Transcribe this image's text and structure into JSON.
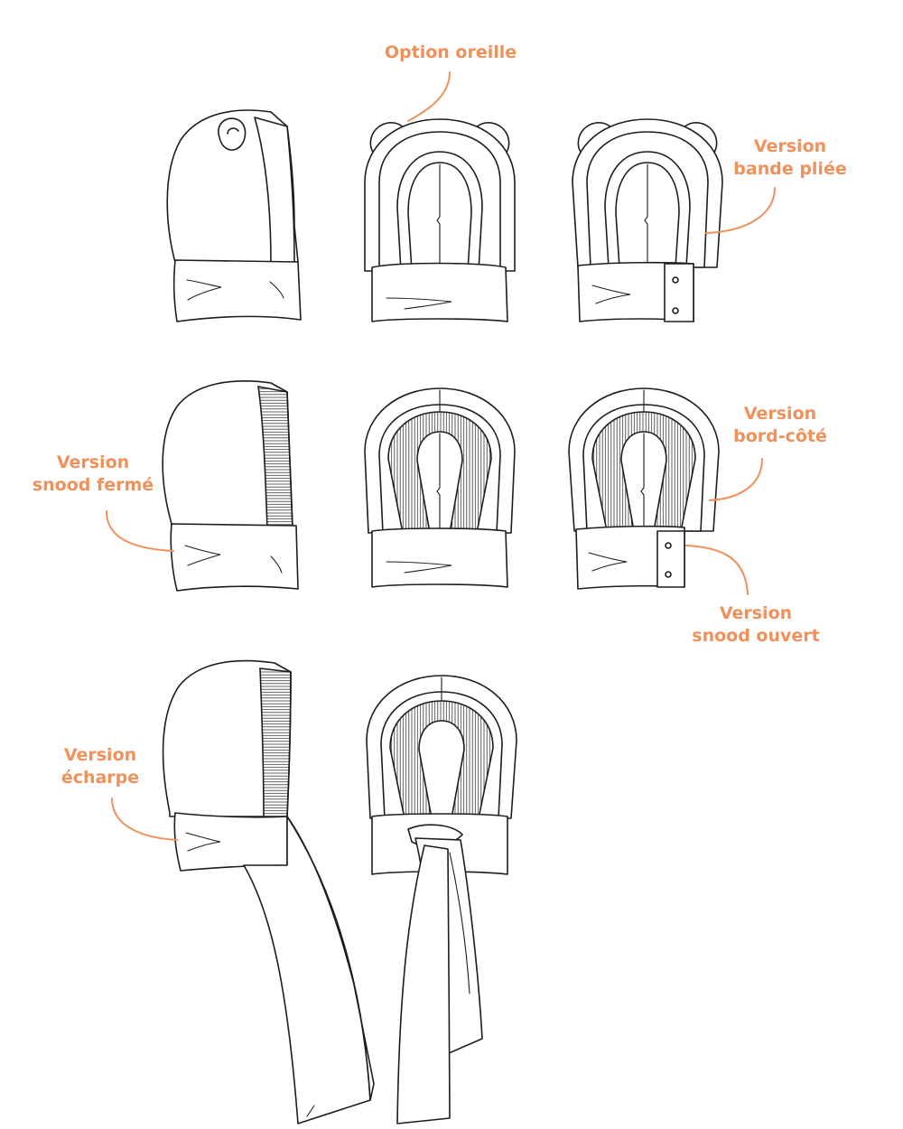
{
  "accent_color": "#f0915c",
  "labels": {
    "option_oreille": "Option oreille",
    "bande_pliee": [
      "Version",
      "bande pliée"
    ],
    "snood_ferme": [
      "Version",
      "snood fermé"
    ],
    "bord_cote": [
      "Version",
      "bord-côté"
    ],
    "snood_ouvert": [
      "Version",
      "snood ouvert"
    ],
    "echarpe": [
      "Version",
      "écharpe"
    ]
  }
}
